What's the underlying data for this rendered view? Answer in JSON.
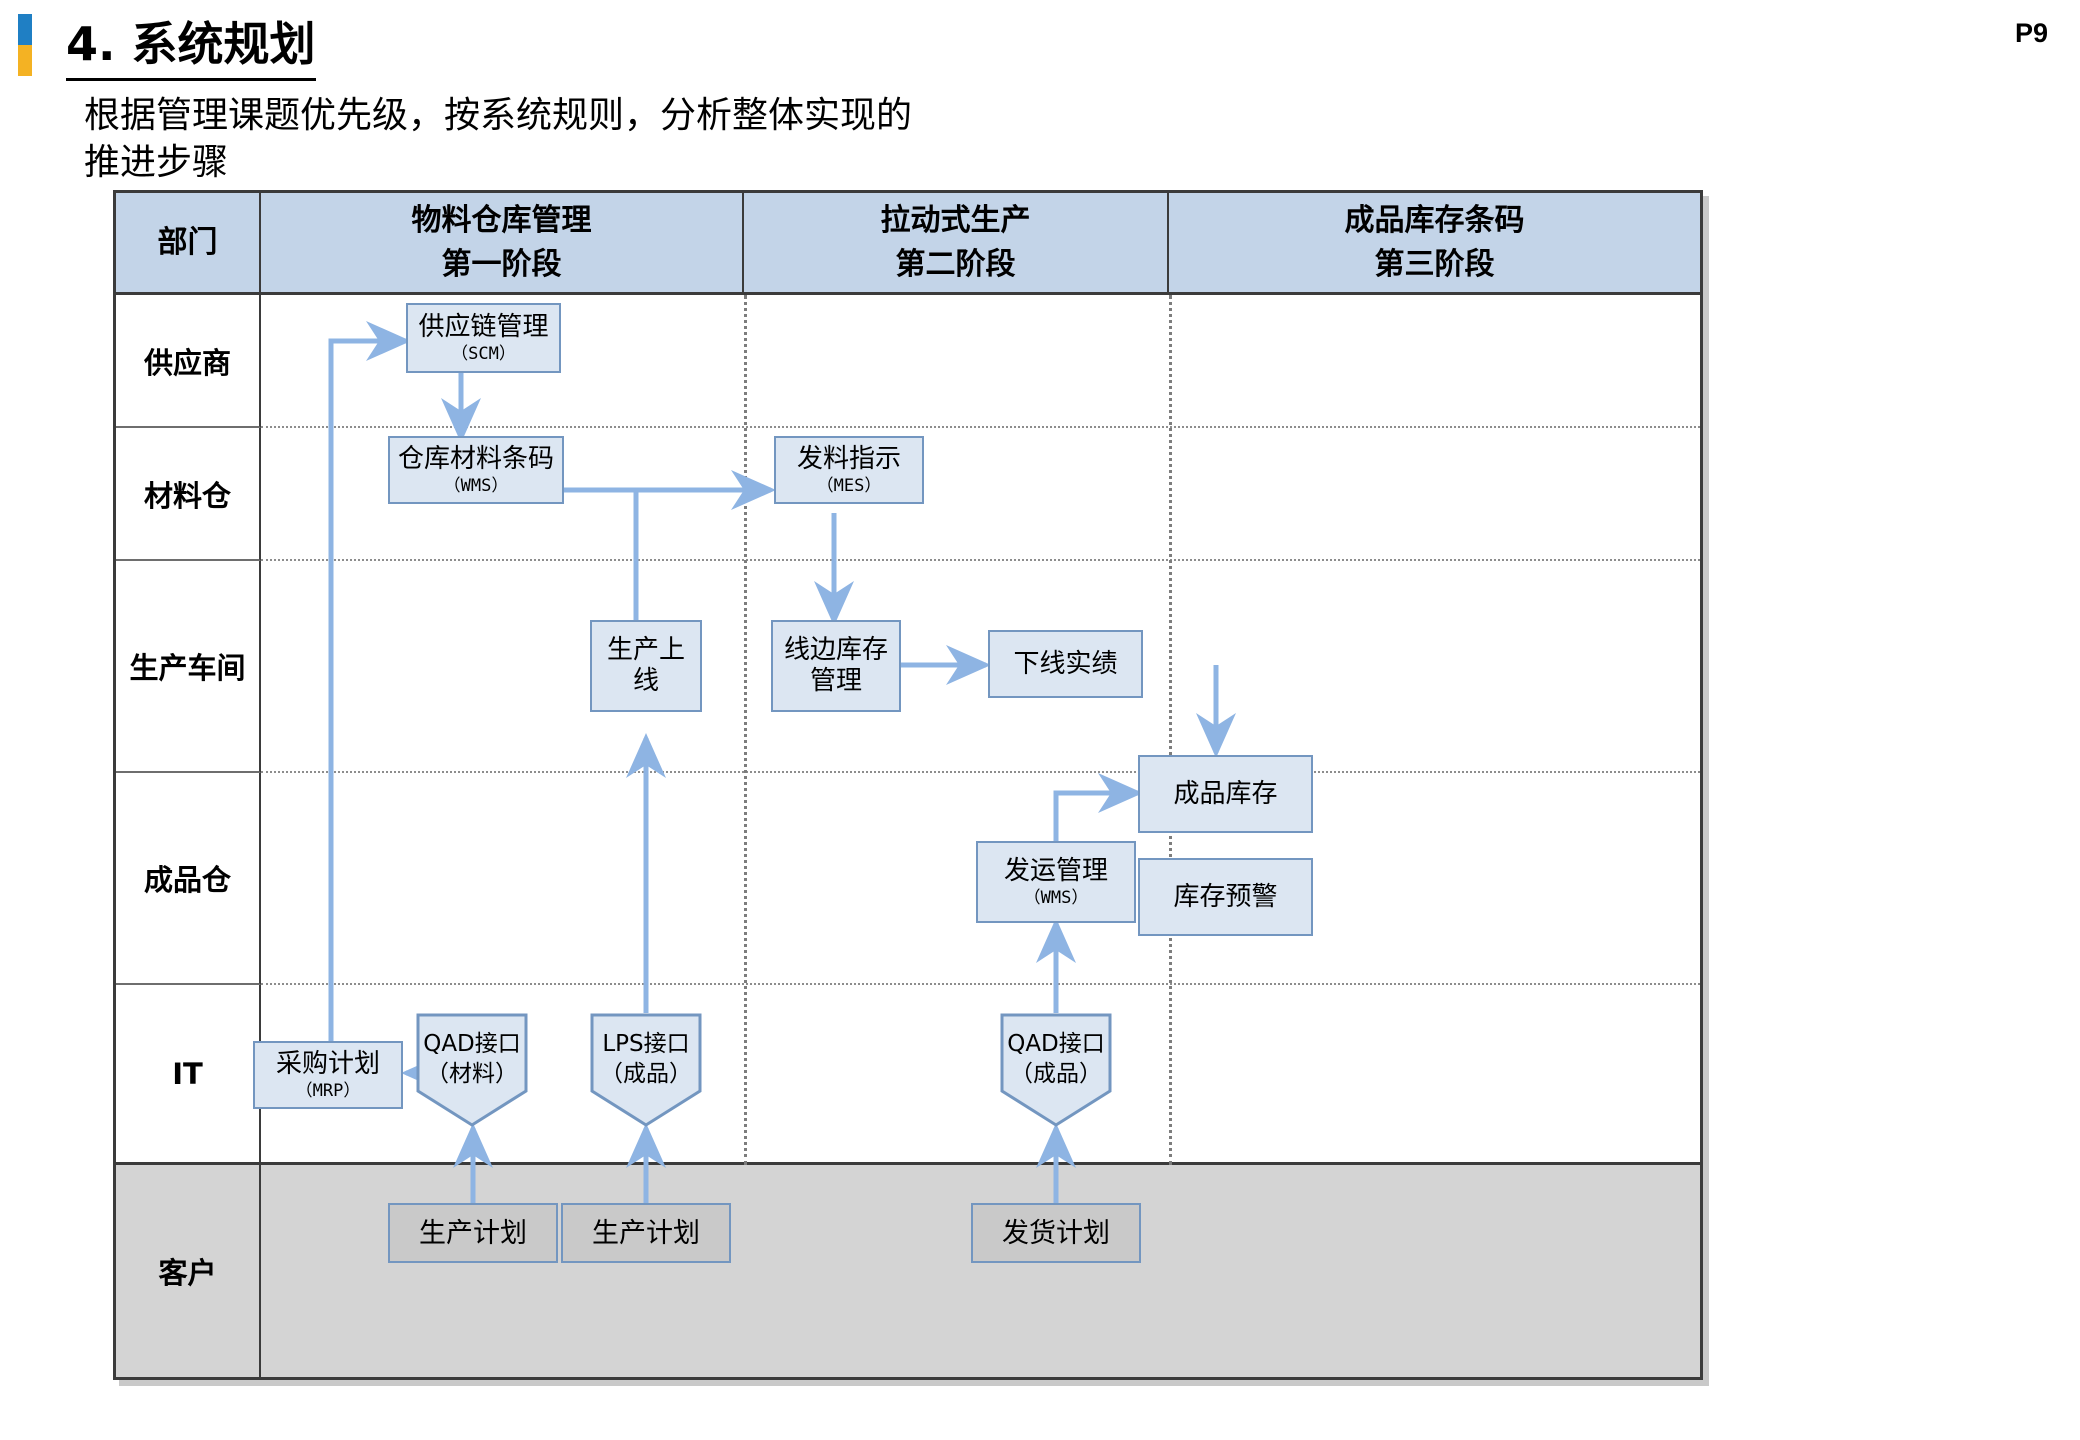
{
  "slide": {
    "title": "4. 系统规划",
    "page_number": "P9",
    "intro": "根据管理课题优先级，按系统规则，分析整体实现的\n推进步骤",
    "accent_colors": {
      "blue": "#1f7fc4",
      "gold": "#f4b223"
    }
  },
  "diagram": {
    "type": "swimlane-flowchart",
    "header": {
      "corner_label": "部门",
      "columns": [
        {
          "title": "物料仓库管理",
          "phase": "第一阶段"
        },
        {
          "title": "拉动式生产",
          "phase": "第二阶段"
        },
        {
          "title": "成品库存条码",
          "phase": "第三阶段"
        }
      ]
    },
    "rows": [
      {
        "label": "供应商",
        "highlight": false
      },
      {
        "label": "材料仓",
        "highlight": false
      },
      {
        "label": "生产车间",
        "highlight": false
      },
      {
        "label": "成品仓",
        "highlight": false
      },
      {
        "label": "IT",
        "highlight": false
      },
      {
        "label": "客户",
        "highlight": true
      }
    ],
    "nodes": [
      {
        "id": "scm",
        "title": "供应链管理",
        "sub": "（SCM）",
        "row": "供应商",
        "column": "物料仓库管理",
        "shape": "rect",
        "fill": "#dce6f2"
      },
      {
        "id": "wms-mat",
        "title": "仓库材料条码",
        "sub": "（WMS）",
        "row": "材料仓",
        "column": "物料仓库管理",
        "shape": "rect",
        "fill": "#dce6f2"
      },
      {
        "id": "mes-issue",
        "title": "发料指示",
        "sub": "（MES）",
        "row": "材料仓",
        "column": "拉动式生产",
        "shape": "rect",
        "fill": "#dce6f2"
      },
      {
        "id": "prod-line",
        "title": "生产上\n线",
        "sub": "",
        "row": "生产车间",
        "column": "拉动式生产",
        "shape": "rect",
        "fill": "#dce6f2"
      },
      {
        "id": "line-stock",
        "title": "线边库存\n管理",
        "sub": "",
        "row": "生产车间",
        "column": "拉动式生产",
        "shape": "rect",
        "fill": "#dce6f2"
      },
      {
        "id": "offline",
        "title": "下线实绩",
        "sub": "",
        "row": "生产车间",
        "column": "成品库存条码",
        "shape": "rect",
        "fill": "#dce6f2"
      },
      {
        "id": "fg-stock",
        "title": "成品库存",
        "sub": "",
        "row": "成品仓",
        "column": "成品库存条码",
        "shape": "rect",
        "fill": "#dce6f2"
      },
      {
        "id": "stock-warn",
        "title": "库存预警",
        "sub": "",
        "row": "成品仓",
        "column": "成品库存条码",
        "shape": "rect",
        "fill": "#dce6f2"
      },
      {
        "id": "ship-mgmt",
        "title": "发运管理",
        "sub": "（WMS）",
        "row": "成品仓",
        "column": "成品库存条码",
        "shape": "rect",
        "fill": "#dce6f2"
      },
      {
        "id": "mrp",
        "title": "采购计划",
        "sub": "（MRP）",
        "row": "IT",
        "column": "物料仓库管理",
        "shape": "rect",
        "fill": "#dce6f2"
      },
      {
        "id": "qad-mat",
        "title": "QAD接口\n（材料）",
        "sub": "",
        "row": "IT",
        "column": "物料仓库管理",
        "shape": "pentagon",
        "fill": "#dce6f2"
      },
      {
        "id": "lps-fg",
        "title": "LPS接口\n（成品）",
        "sub": "",
        "row": "IT",
        "column": "拉动式生产",
        "shape": "pentagon",
        "fill": "#dce6f2"
      },
      {
        "id": "qad-fg",
        "title": "QAD接口\n（成品）",
        "sub": "",
        "row": "IT",
        "column": "成品库存条码",
        "shape": "pentagon",
        "fill": "#dce6f2"
      },
      {
        "id": "plan-1",
        "title": "生产计划",
        "sub": "",
        "row": "客户",
        "column": "物料仓库管理",
        "shape": "rect",
        "fill": "#c9c9c9"
      },
      {
        "id": "plan-2",
        "title": "生产计划",
        "sub": "",
        "row": "客户",
        "column": "拉动式生产",
        "shape": "rect",
        "fill": "#c9c9c9"
      },
      {
        "id": "ship-plan",
        "title": "发货计划",
        "sub": "",
        "row": "客户",
        "column": "成品库存条码",
        "shape": "rect",
        "fill": "#c9c9c9"
      }
    ],
    "edges": [
      {
        "from": "plan-1",
        "to": "qad-mat",
        "label": ""
      },
      {
        "from": "qad-mat",
        "to": "mrp",
        "label": ""
      },
      {
        "from": "mrp",
        "to": "scm",
        "label": ""
      },
      {
        "from": "scm",
        "to": "wms-mat",
        "label": ""
      },
      {
        "from": "wms-mat",
        "to": "mes-issue",
        "label": ""
      },
      {
        "from": "wms-mat",
        "to": "prod-line",
        "label": ""
      },
      {
        "from": "mes-issue",
        "to": "line-stock",
        "label": ""
      },
      {
        "from": "line-stock",
        "to": "offline",
        "label": ""
      },
      {
        "from": "offline",
        "to": "fg-stock",
        "label": ""
      },
      {
        "from": "plan-2",
        "to": "lps-fg",
        "label": ""
      },
      {
        "from": "lps-fg",
        "to": "prod-line",
        "label": ""
      },
      {
        "from": "ship-plan",
        "to": "qad-fg",
        "label": ""
      },
      {
        "from": "qad-fg",
        "to": "ship-mgmt",
        "label": ""
      },
      {
        "from": "ship-mgmt",
        "to": "fg-stock",
        "label": ""
      }
    ],
    "colors": {
      "header_fill": "#c3d4e8",
      "node_fill": "#dce6f2",
      "node_border": "#7396c0",
      "customer_row_fill": "#d4d4d4",
      "connector": "#8eb4e3",
      "grid_border": "#3b3b3b"
    }
  }
}
